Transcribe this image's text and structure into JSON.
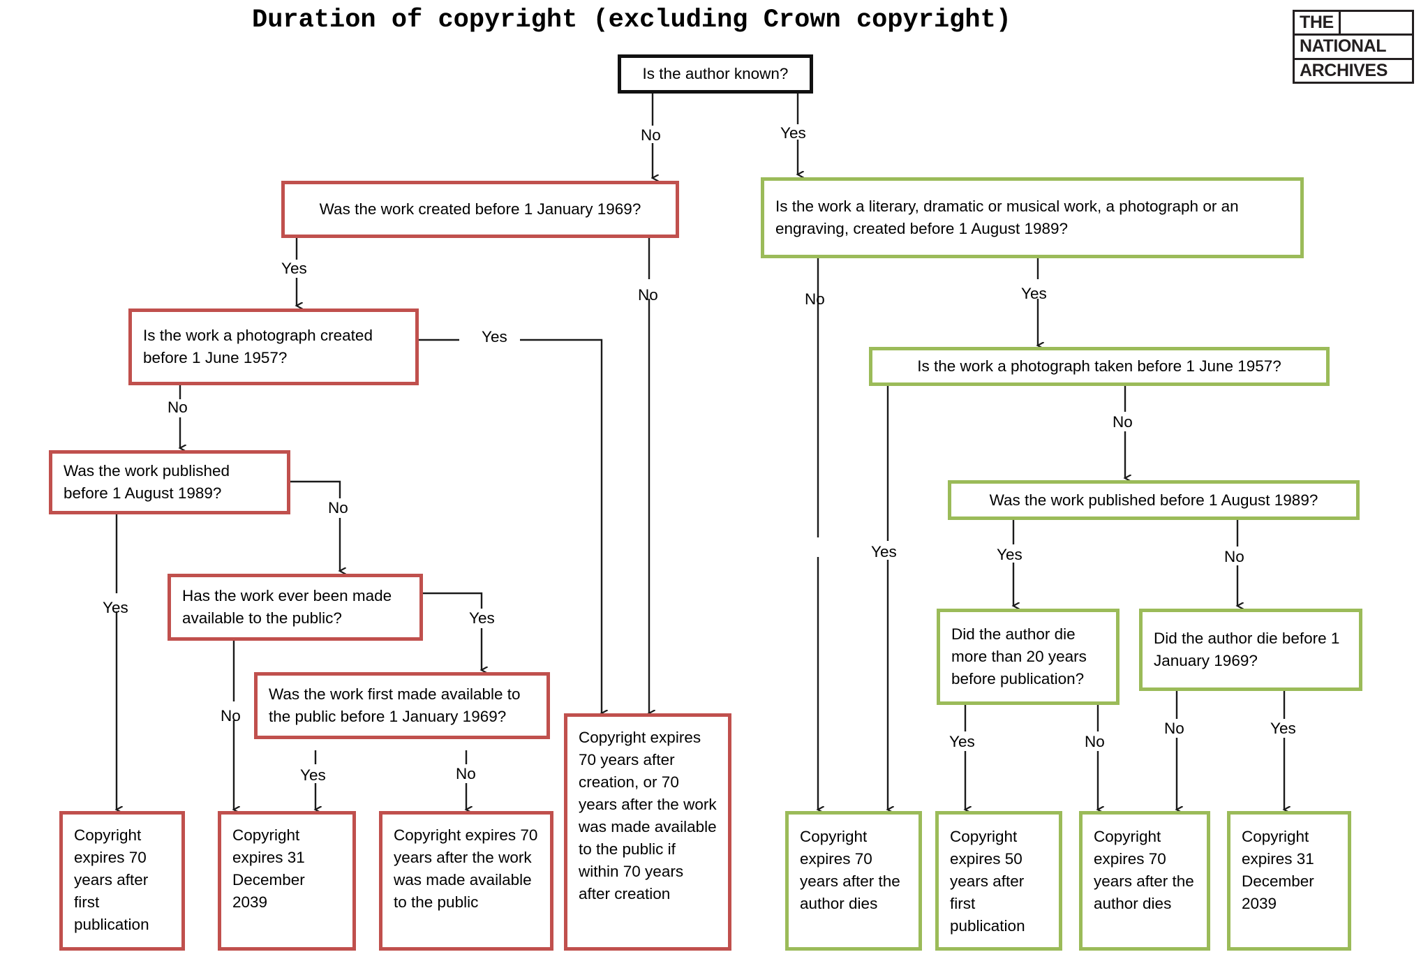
{
  "page": {
    "title": "Duration of copyright (excluding Crown copyright)",
    "background": "#ffffff"
  },
  "logo": {
    "line1": "THE",
    "line2": "NATIONAL",
    "line3": "ARCHIVES"
  },
  "colors": {
    "red": "#c0504d",
    "green": "#9bbb59",
    "black": "#111111",
    "text": "#000000"
  },
  "nodes": {
    "start": "Is the author known?",
    "red_created_1969": "Was the work created before 1 January 1969?",
    "red_photo_1957": "Is the work a photograph created before 1 June 1957?",
    "red_published_1989": "Was the work published before 1 August 1989?",
    "red_ever_public": "Has the work ever been made available to the public?",
    "red_first_public_1969": "Was the work first made available to the public before 1 January 1969?",
    "red_out_70_first_pub": "Copyright expires 70 years after first publication",
    "red_out_31_dec_2039": "Copyright expires 31 December 2039",
    "red_out_70_made_available": "Copyright expires 70 years after the work was made available to the public",
    "red_out_70_creation": "Copyright expires 70 years after creation, or 70 years after the work was made available to the public if within 70 years after creation",
    "green_literary": "Is the work a literary, dramatic or musical work, a photograph or an engraving, created before 1 August 1989?",
    "green_photo_1957": "Is the work a photograph taken before 1 June 1957?",
    "green_published_1989": "Was the work published before 1 August 1989?",
    "green_die_20_years": "Did the author die more than 20 years before publication?",
    "green_die_before_1969": "Did the author die before 1 January 1969?",
    "green_out_70_author_dies_a": "Copyright expires 70 years after the author dies",
    "green_out_50_first_pub": "Copyright expires 50 years after first publication",
    "green_out_70_author_dies_b": "Copyright expires 70 years after the author dies",
    "green_out_31_dec_2039": "Copyright expires 31 December 2039"
  },
  "edge_labels": {
    "start_no": "No",
    "start_yes": "Yes",
    "created1969_yes": "Yes",
    "created1969_no": "No",
    "photo1957_yes": "Yes",
    "photo1957_no": "No",
    "published1989_yes": "Yes",
    "published1989_no": "No",
    "everpublic_yes": "Yes",
    "everpublic_no": "No",
    "firstpublic_yes": "Yes",
    "firstpublic_no": "No",
    "literary_no": "No",
    "literary_yes": "Yes",
    "gphoto1957_no": "No",
    "gphoto1957_yes": "Yes",
    "gpublished_yes": "Yes",
    "gpublished_no": "No",
    "gdie20_yes": "Yes",
    "gdie20_no": "No",
    "gdie1969_no": "No",
    "gdie1969_yes": "Yes"
  },
  "chart_data": {
    "type": "diagram",
    "diagram_kind": "decision-flowchart",
    "title": "Duration of copyright (excluding Crown copyright)",
    "branches": [
      {
        "name": "author unknown (red branch)",
        "color": "#c0504d",
        "entry_from": "Is the author known? -> No"
      },
      {
        "name": "author known (green branch)",
        "color": "#9bbb59",
        "entry_from": "Is the author known? -> Yes"
      }
    ],
    "edges": [
      {
        "from": "Is the author known?",
        "label": "No",
        "to": "Was the work created before 1 January 1969?"
      },
      {
        "from": "Is the author known?",
        "label": "Yes",
        "to": "Is the work a literary, dramatic or musical work, a photograph or an engraving, created before 1 August 1989?"
      },
      {
        "from": "Was the work created before 1 January 1969?",
        "label": "Yes",
        "to": "Is the work a photograph created before 1 June 1957?"
      },
      {
        "from": "Was the work created before 1 January 1969?",
        "label": "No",
        "to": "Copyright expires 70 years after creation, or 70 years after the work was made available to the public if within 70 years after creation"
      },
      {
        "from": "Is the work a photograph created before 1 June 1957?",
        "label": "Yes",
        "to": "Copyright expires 70 years after creation, or 70 years after the work was made available to the public if within 70 years after creation"
      },
      {
        "from": "Is the work a photograph created before 1 June 1957?",
        "label": "No",
        "to": "Was the work published before 1 August 1989?"
      },
      {
        "from": "Was the work published before 1 August 1989?",
        "label": "Yes",
        "to": "Copyright expires 70 years after first publication"
      },
      {
        "from": "Was the work published before 1 August 1989?",
        "label": "No",
        "to": "Has the work ever been made available to the public?"
      },
      {
        "from": "Has the work ever been made available to the public?",
        "label": "No",
        "to": "Copyright expires 31 December 2039"
      },
      {
        "from": "Has the work ever been made available to the public?",
        "label": "Yes",
        "to": "Was the work first made available to the public before 1 January 1969?"
      },
      {
        "from": "Was the work first made available to the public before 1 January 1969?",
        "label": "Yes",
        "to": "Copyright expires 31 December 2039"
      },
      {
        "from": "Was the work first made available to the public before 1 January 1969?",
        "label": "No",
        "to": "Copyright expires 70 years after the work was made available to the public"
      },
      {
        "from": "Is the work a literary, dramatic or musical work, a photograph or an engraving, created before 1 August 1989?",
        "label": "No",
        "to": "Copyright expires 70 years after the author dies"
      },
      {
        "from": "Is the work a literary, dramatic or musical work, a photograph or an engraving, created before 1 August 1989?",
        "label": "Yes",
        "to": "Is the work a photograph taken before 1 June 1957?"
      },
      {
        "from": "Is the work a photograph taken before 1 June 1957?",
        "label": "Yes",
        "to": "Copyright expires 70 years after the author dies"
      },
      {
        "from": "Is the work a photograph taken before 1 June 1957?",
        "label": "No",
        "to": "Was the work published before 1 August 1989?"
      },
      {
        "from": "Was the work published before 1 August 1989? (green)",
        "label": "Yes",
        "to": "Did the author die more than 20 years before publication?"
      },
      {
        "from": "Was the work published before 1 August 1989? (green)",
        "label": "No",
        "to": "Did the author die before 1 January 1969?"
      },
      {
        "from": "Did the author die more than 20 years before publication?",
        "label": "Yes",
        "to": "Copyright expires 50 years after first publication"
      },
      {
        "from": "Did the author die more than 20 years before publication?",
        "label": "No",
        "to": "Copyright expires 70 years after the author dies"
      },
      {
        "from": "Did the author die before 1 January 1969?",
        "label": "No",
        "to": "Copyright expires 70 years after the author dies"
      },
      {
        "from": "Did the author die before 1 January 1969?",
        "label": "Yes",
        "to": "Copyright expires 31 December 2039"
      }
    ]
  }
}
